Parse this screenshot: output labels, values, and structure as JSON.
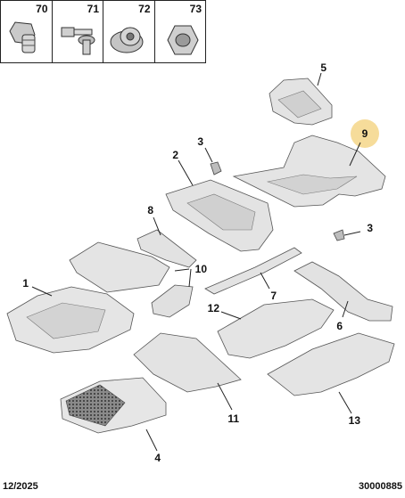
{
  "thumbnails": [
    {
      "num": "70",
      "icon": "push-clip"
    },
    {
      "num": "71",
      "icon": "screw-with-washer"
    },
    {
      "num": "72",
      "icon": "nut-with-flange"
    },
    {
      "num": "73",
      "icon": "hex-nut"
    }
  ],
  "labels": {
    "l1": "1",
    "l2": "2",
    "l3a": "3",
    "l3b": "3",
    "l4": "4",
    "l5": "5",
    "l6": "6",
    "l7": "7",
    "l8": "8",
    "l9": "9",
    "l10": "10",
    "l11": "11",
    "l12": "12",
    "l13": "13"
  },
  "highlight_color": "#f6dc9a",
  "footer": {
    "date": "12/2025",
    "ref": "30000885"
  }
}
